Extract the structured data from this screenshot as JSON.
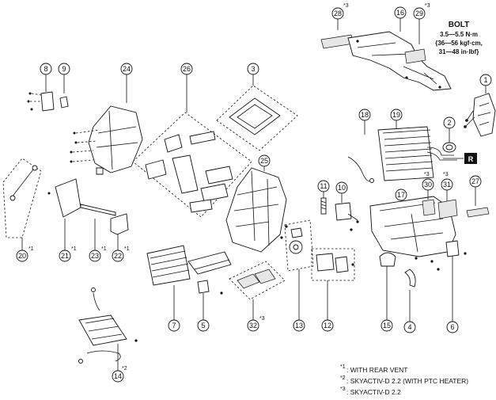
{
  "callouts": [
    "1",
    "2",
    "3",
    "4",
    "5",
    "6",
    "7",
    "8",
    "9",
    "10",
    "11",
    "12",
    "13",
    "14",
    "15",
    "16",
    "17",
    "18",
    "19",
    "20",
    "21",
    "22",
    "23",
    "24",
    "25",
    "26",
    "27",
    "28",
    "29",
    "30",
    "31",
    "32"
  ],
  "superscripts": {
    "s1": "*1",
    "s2": "*2",
    "s3": "*3"
  },
  "bolt_spec": {
    "title": "BOLT",
    "line1": "3.5—5.5 N·m",
    "line2": "{36—56 kgf·cm,",
    "line3": "31—48 in·lbf}"
  },
  "direction_marker": "R",
  "notes": [
    {
      "mark": "*1",
      "text": ": WITH REAR VENT"
    },
    {
      "mark": "*2",
      "text": ": SKYACTIV-D 2.2 (WITH PTC HEATER)"
    },
    {
      "mark": "*3",
      "text": ": SKYACTIV-D 2.2"
    }
  ]
}
